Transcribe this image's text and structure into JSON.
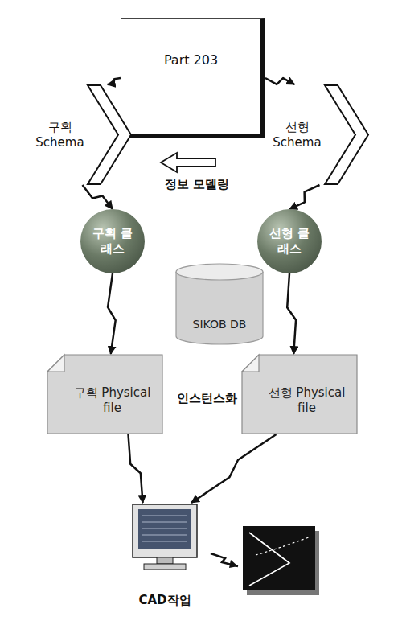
{
  "diagram": {
    "nodes": [
      {
        "text": [
          "Part 203"
        ]
      },
      {
        "text": [
          "구획 Schema"
        ]
      },
      {
        "text": [
          "선형 Schema"
        ]
      },
      {
        "text": [
          "구획 클래스"
        ]
      },
      {
        "text": [
          "선형 클래스"
        ]
      },
      {
        "text": [
          "SIKOB DB"
        ]
      },
      {
        "text": [
          "구획 Physical file"
        ]
      },
      {
        "text": [
          "선형 Physical file"
        ]
      },
      {
        "text": [
          "CAD작업"
        ]
      }
    ],
    "edges": [
      {
        "from": 0,
        "to": 1,
        "arrow": "to"
      },
      {
        "from": 0,
        "to": 2,
        "arrow": "to"
      },
      {
        "from": 1,
        "to": 3,
        "arrow": "to"
      },
      {
        "from": 2,
        "to": 4,
        "arrow": "to"
      },
      {
        "from": 3,
        "to": 6,
        "arrow": "to"
      },
      {
        "from": 4,
        "to": 7,
        "arrow": "to"
      },
      {
        "from": 6,
        "to": 8,
        "arrow": "to"
      },
      {
        "from": 7,
        "to": 8,
        "arrow": "to"
      }
    ],
    "labels": [
      "정보 모델링",
      "인스턴스화"
    ]
  }
}
